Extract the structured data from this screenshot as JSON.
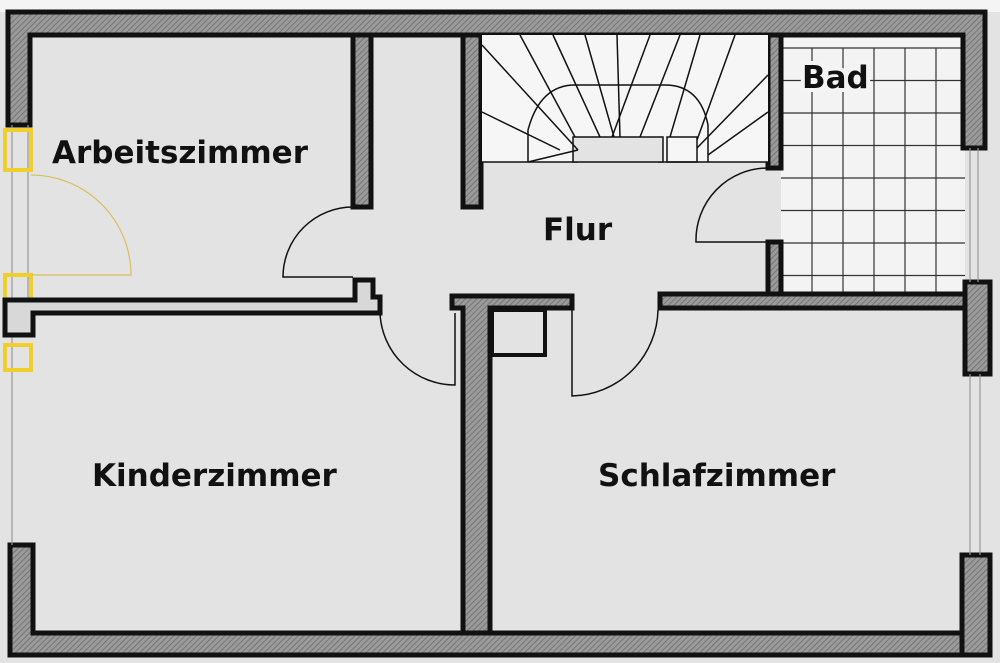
{
  "rooms": {
    "arbeitszimmer": "Arbeitszimmer",
    "bad": "Bad",
    "flur": "Flur",
    "kinderzimmer": "Kinderzimmer",
    "schlafzimmer": "Schlafzimmer"
  },
  "colors": {
    "wall_fill": "#8c8c8c",
    "wall_outline": "#111111",
    "floor": "#e4e4e4",
    "window_frame": "#f2d230"
  }
}
